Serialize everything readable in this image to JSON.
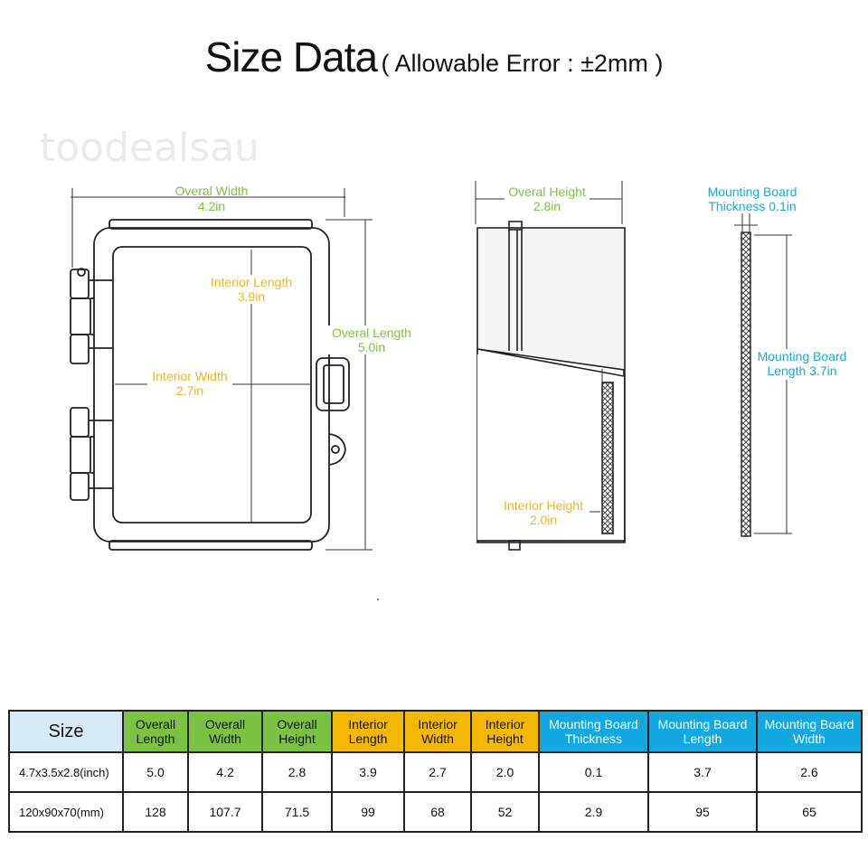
{
  "header": {
    "title": "Size Data",
    "subtitle": "( Allowable Error : ±2mm )"
  },
  "watermark": "toodealsau",
  "labels": {
    "overall_width": "Overal Width",
    "overall_width_value": "4.2in",
    "overall_length": "Overal Length",
    "overall_length_value": "5.0in",
    "interior_length": "Interior Length",
    "interior_length_value": "3.9in",
    "interior_width": "Interior Width",
    "interior_width_value": "2.7in",
    "overall_height": "Overal Height",
    "overall_height_value": "2.8in",
    "interior_height": "Interior Height",
    "interior_height_value": "2.0in",
    "board_thickness": "Mounting Board",
    "board_thickness_value": "Thickness 0.1in",
    "board_length": "Mounting Board",
    "board_length_value": "Length 3.7in"
  },
  "colors": {
    "overall": "#7cc242",
    "interior": "#f0b323",
    "board": "#1ba9d8"
  },
  "table": {
    "size_header": "Size",
    "headers": [
      {
        "line1": "Overall",
        "line2": "Length",
        "group": "overall"
      },
      {
        "line1": "Overall",
        "line2": "Width",
        "group": "overall"
      },
      {
        "line1": "Overall",
        "line2": "Height",
        "group": "overall"
      },
      {
        "line1": "Interior",
        "line2": "Length",
        "group": "interior"
      },
      {
        "line1": "Interior",
        "line2": "Width",
        "group": "interior"
      },
      {
        "line1": "Interior",
        "line2": "Height",
        "group": "interior"
      },
      {
        "line1": "Mounting Board",
        "line2": "Thickness",
        "group": "board"
      },
      {
        "line1": "Mounting Board",
        "line2": "Length",
        "group": "board"
      },
      {
        "line1": "Mounting Board",
        "line2": "Width",
        "group": "board"
      }
    ],
    "rows": [
      {
        "size": "4.7x3.5x2.8(inch)",
        "values": [
          "5.0",
          "4.2",
          "2.8",
          "3.9",
          "2.7",
          "2.0",
          "0.1",
          "3.7",
          "2.6"
        ]
      },
      {
        "size": "120x90x70(mm)",
        "values": [
          "128",
          "107.7",
          "71.5",
          "99",
          "68",
          "52",
          "2.9",
          "95",
          "65"
        ]
      }
    ]
  }
}
